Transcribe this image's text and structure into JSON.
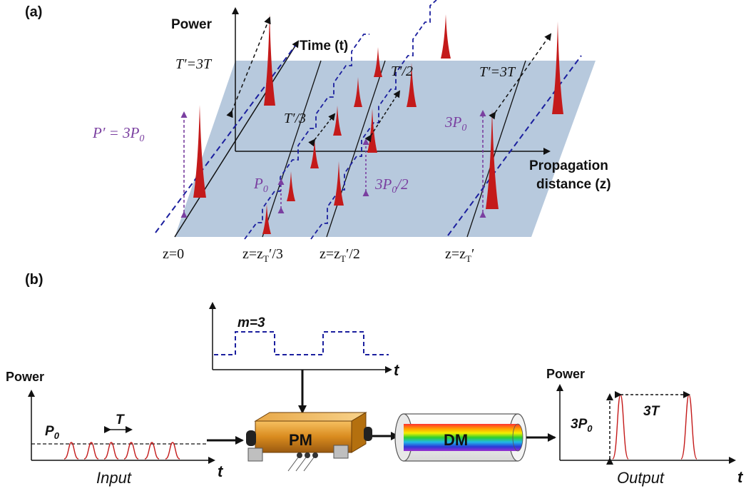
{
  "panel_a": {
    "tag": "(a)",
    "power_axis": "Power",
    "time_axis": "Time (t)",
    "distance_axis_line1": "Propagation",
    "distance_axis_line2": "distance (z)",
    "period_left": "T′=3T",
    "period_right": "T′=3T",
    "period_third": "T′/3",
    "period_half": "T′/2",
    "power_left": "P′ = 3P",
    "power_left_sub": "0",
    "power_p0": "P",
    "power_p0_sub": "0",
    "power_half": "3P",
    "power_half_sub": "0",
    "power_half_tail": "/2",
    "power_right": "3P",
    "power_right_sub": "0",
    "z0": "z=0",
    "z_third": "z=z",
    "z_third_sub": "T",
    "z_third_tail": "′/3",
    "z_half": "z=z",
    "z_half_sub": "T",
    "z_half_tail": "′/2",
    "z_full": "z=z",
    "z_full_sub": "T",
    "z_full_tail": "′"
  },
  "panel_b": {
    "tag": "(b)",
    "modulation_label": "m=3",
    "modulation_t": "t",
    "input_power": "Power",
    "input_p0": "P",
    "input_p0_sub": "0",
    "input_period": "T",
    "input_t": "t",
    "input_caption": "Input",
    "pm_label": "PM",
    "dm_label": "DM",
    "output_power": "Power",
    "output_3p0": "3P",
    "output_3p0_sub": "0",
    "output_3t": "3T",
    "output_t": "t",
    "output_caption": "Output"
  },
  "colors": {
    "plane": "#b7c9dd",
    "pulse": "#c41a1a",
    "dashed_path": "#1b1f9e",
    "annotation_purple": "#7a3fa0",
    "pm_body": "#d98b1f"
  }
}
